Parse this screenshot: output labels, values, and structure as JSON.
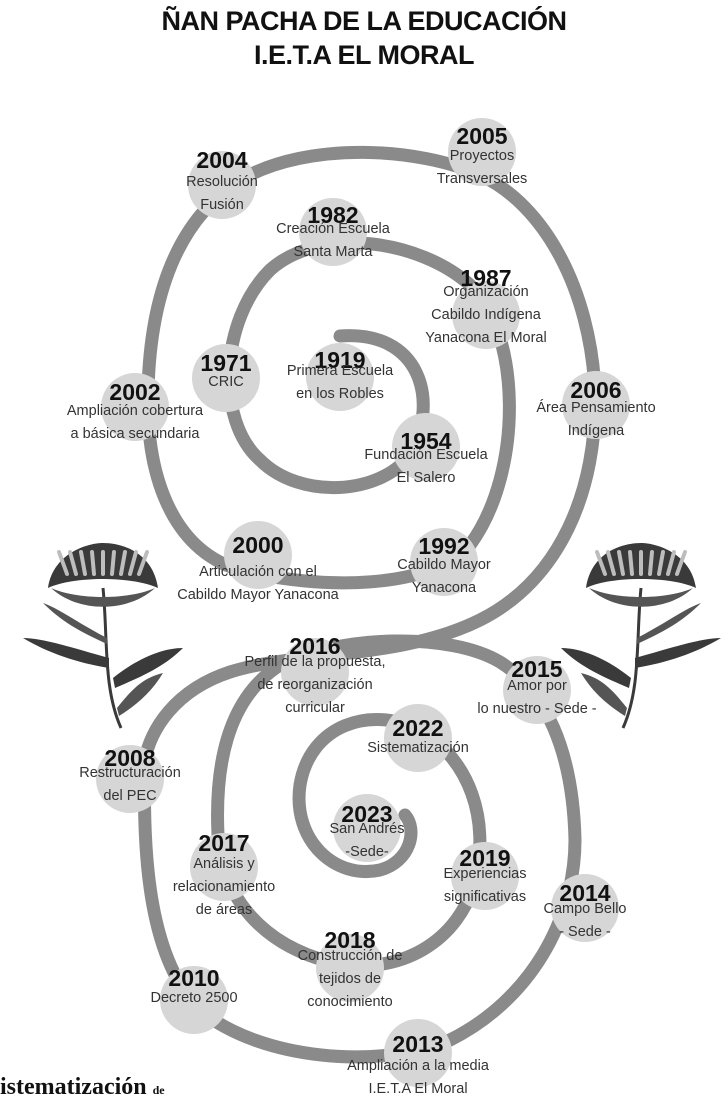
{
  "title": {
    "line1": "ÑAN PACHA DE LA EDUCACIÓN",
    "line2": "I.E.T.A EL MORAL"
  },
  "footer": {
    "main": "istematización",
    "suffix": "de"
  },
  "colors": {
    "spiral": "#8a8a8a",
    "node": "#d6d6d6",
    "year": "#111111",
    "label": "#333333",
    "flower_dark": "#3a3a3a",
    "flower_light": "#bdbdbd"
  },
  "milestones": [
    {
      "year": "1919",
      "lines": [
        "Primera Escuela",
        "en los Robles"
      ]
    },
    {
      "year": "1954",
      "lines": [
        "Fundación Escuela",
        "El Salero"
      ]
    },
    {
      "year": "1971",
      "lines": [
        "CRIC"
      ]
    },
    {
      "year": "1982",
      "lines": [
        "Creación Escuela",
        "Santa Marta"
      ]
    },
    {
      "year": "1987",
      "lines": [
        "Organización",
        "Cabildo Indígena",
        "Yanacona El Moral"
      ]
    },
    {
      "year": "1992",
      "lines": [
        "Cabildo Mayor",
        "Yanacona"
      ]
    },
    {
      "year": "2000",
      "lines": [
        "Articulación con el",
        "Cabildo Mayor Yanacona"
      ]
    },
    {
      "year": "2002",
      "lines": [
        "Ampliación cobertura",
        "a básica secundaria"
      ]
    },
    {
      "year": "2004",
      "lines": [
        "Resolución",
        "Fusión"
      ]
    },
    {
      "year": "2005",
      "lines": [
        "Proyectos",
        "Transversales"
      ]
    },
    {
      "year": "2006",
      "lines": [
        "Área  Pensamiento",
        "Indígena"
      ]
    },
    {
      "year": "2008",
      "lines": [
        "Restructuración",
        "del PEC"
      ]
    },
    {
      "year": "2010",
      "lines": [
        "Decreto 2500"
      ]
    },
    {
      "year": "2013",
      "lines": [
        "Ampliación a la media",
        "I.E.T.A El Moral"
      ]
    },
    {
      "year": "2014",
      "lines": [
        "Campo Bello",
        "- Sede -"
      ]
    },
    {
      "year": "2015",
      "lines": [
        "Amor por",
        "lo nuestro - Sede -"
      ]
    },
    {
      "year": "2016",
      "lines": [
        "Perfil de la propuesta,",
        "de reorganización",
        "curricular"
      ]
    },
    {
      "year": "2017",
      "lines": [
        "Análisis y",
        "relacionamiento",
        "de áreas"
      ]
    },
    {
      "year": "2018",
      "lines": [
        "Construcción de",
        "tejidos de",
        "conocimiento"
      ]
    },
    {
      "year": "2019",
      "lines": [
        "Experiencias",
        "significativas"
      ]
    },
    {
      "year": "2022",
      "lines": [
        "Sistematización"
      ]
    },
    {
      "year": "2023",
      "lines": [
        "San Andrés",
        "-Sede-"
      ]
    }
  ]
}
